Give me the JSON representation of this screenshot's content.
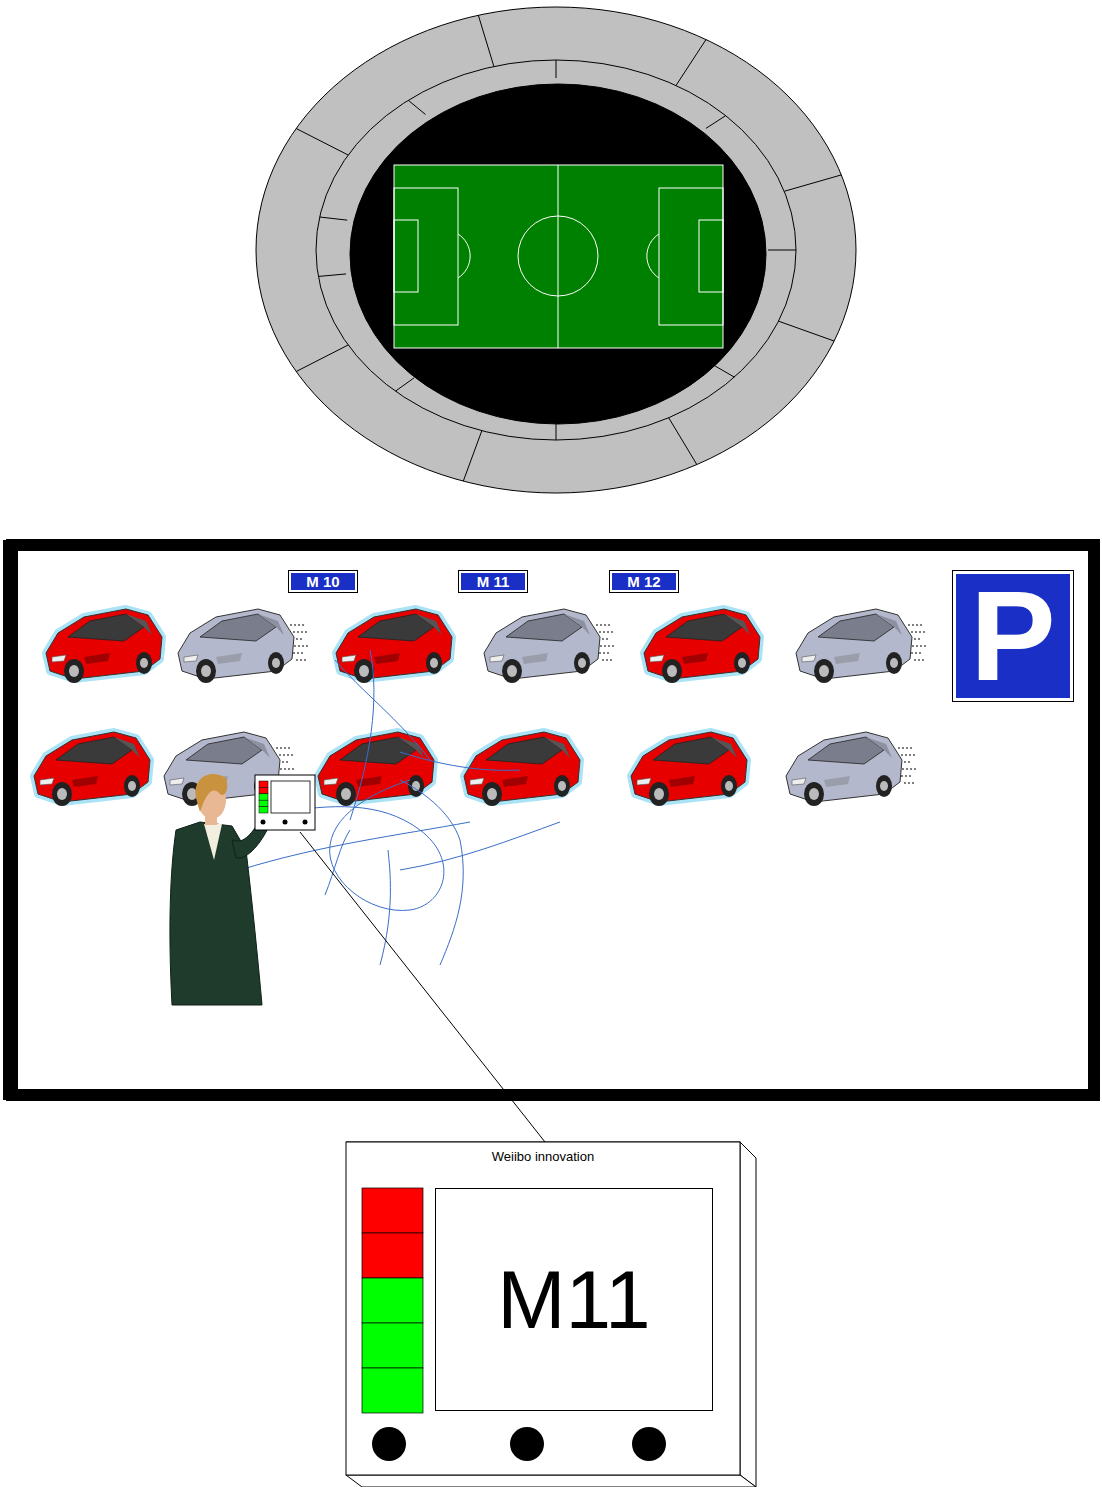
{
  "diagram": {
    "nodes": [
      {
        "text": [
          "M 10"
        ]
      },
      {
        "text": [
          "M 11"
        ]
      },
      {
        "text": [
          "M 12"
        ]
      },
      {
        "text": [
          "P"
        ]
      },
      {
        "text": [
          "Weiibo innovation"
        ]
      },
      {
        "text": [
          "M11"
        ],
        "in": 4
      }
    ]
  }
}
